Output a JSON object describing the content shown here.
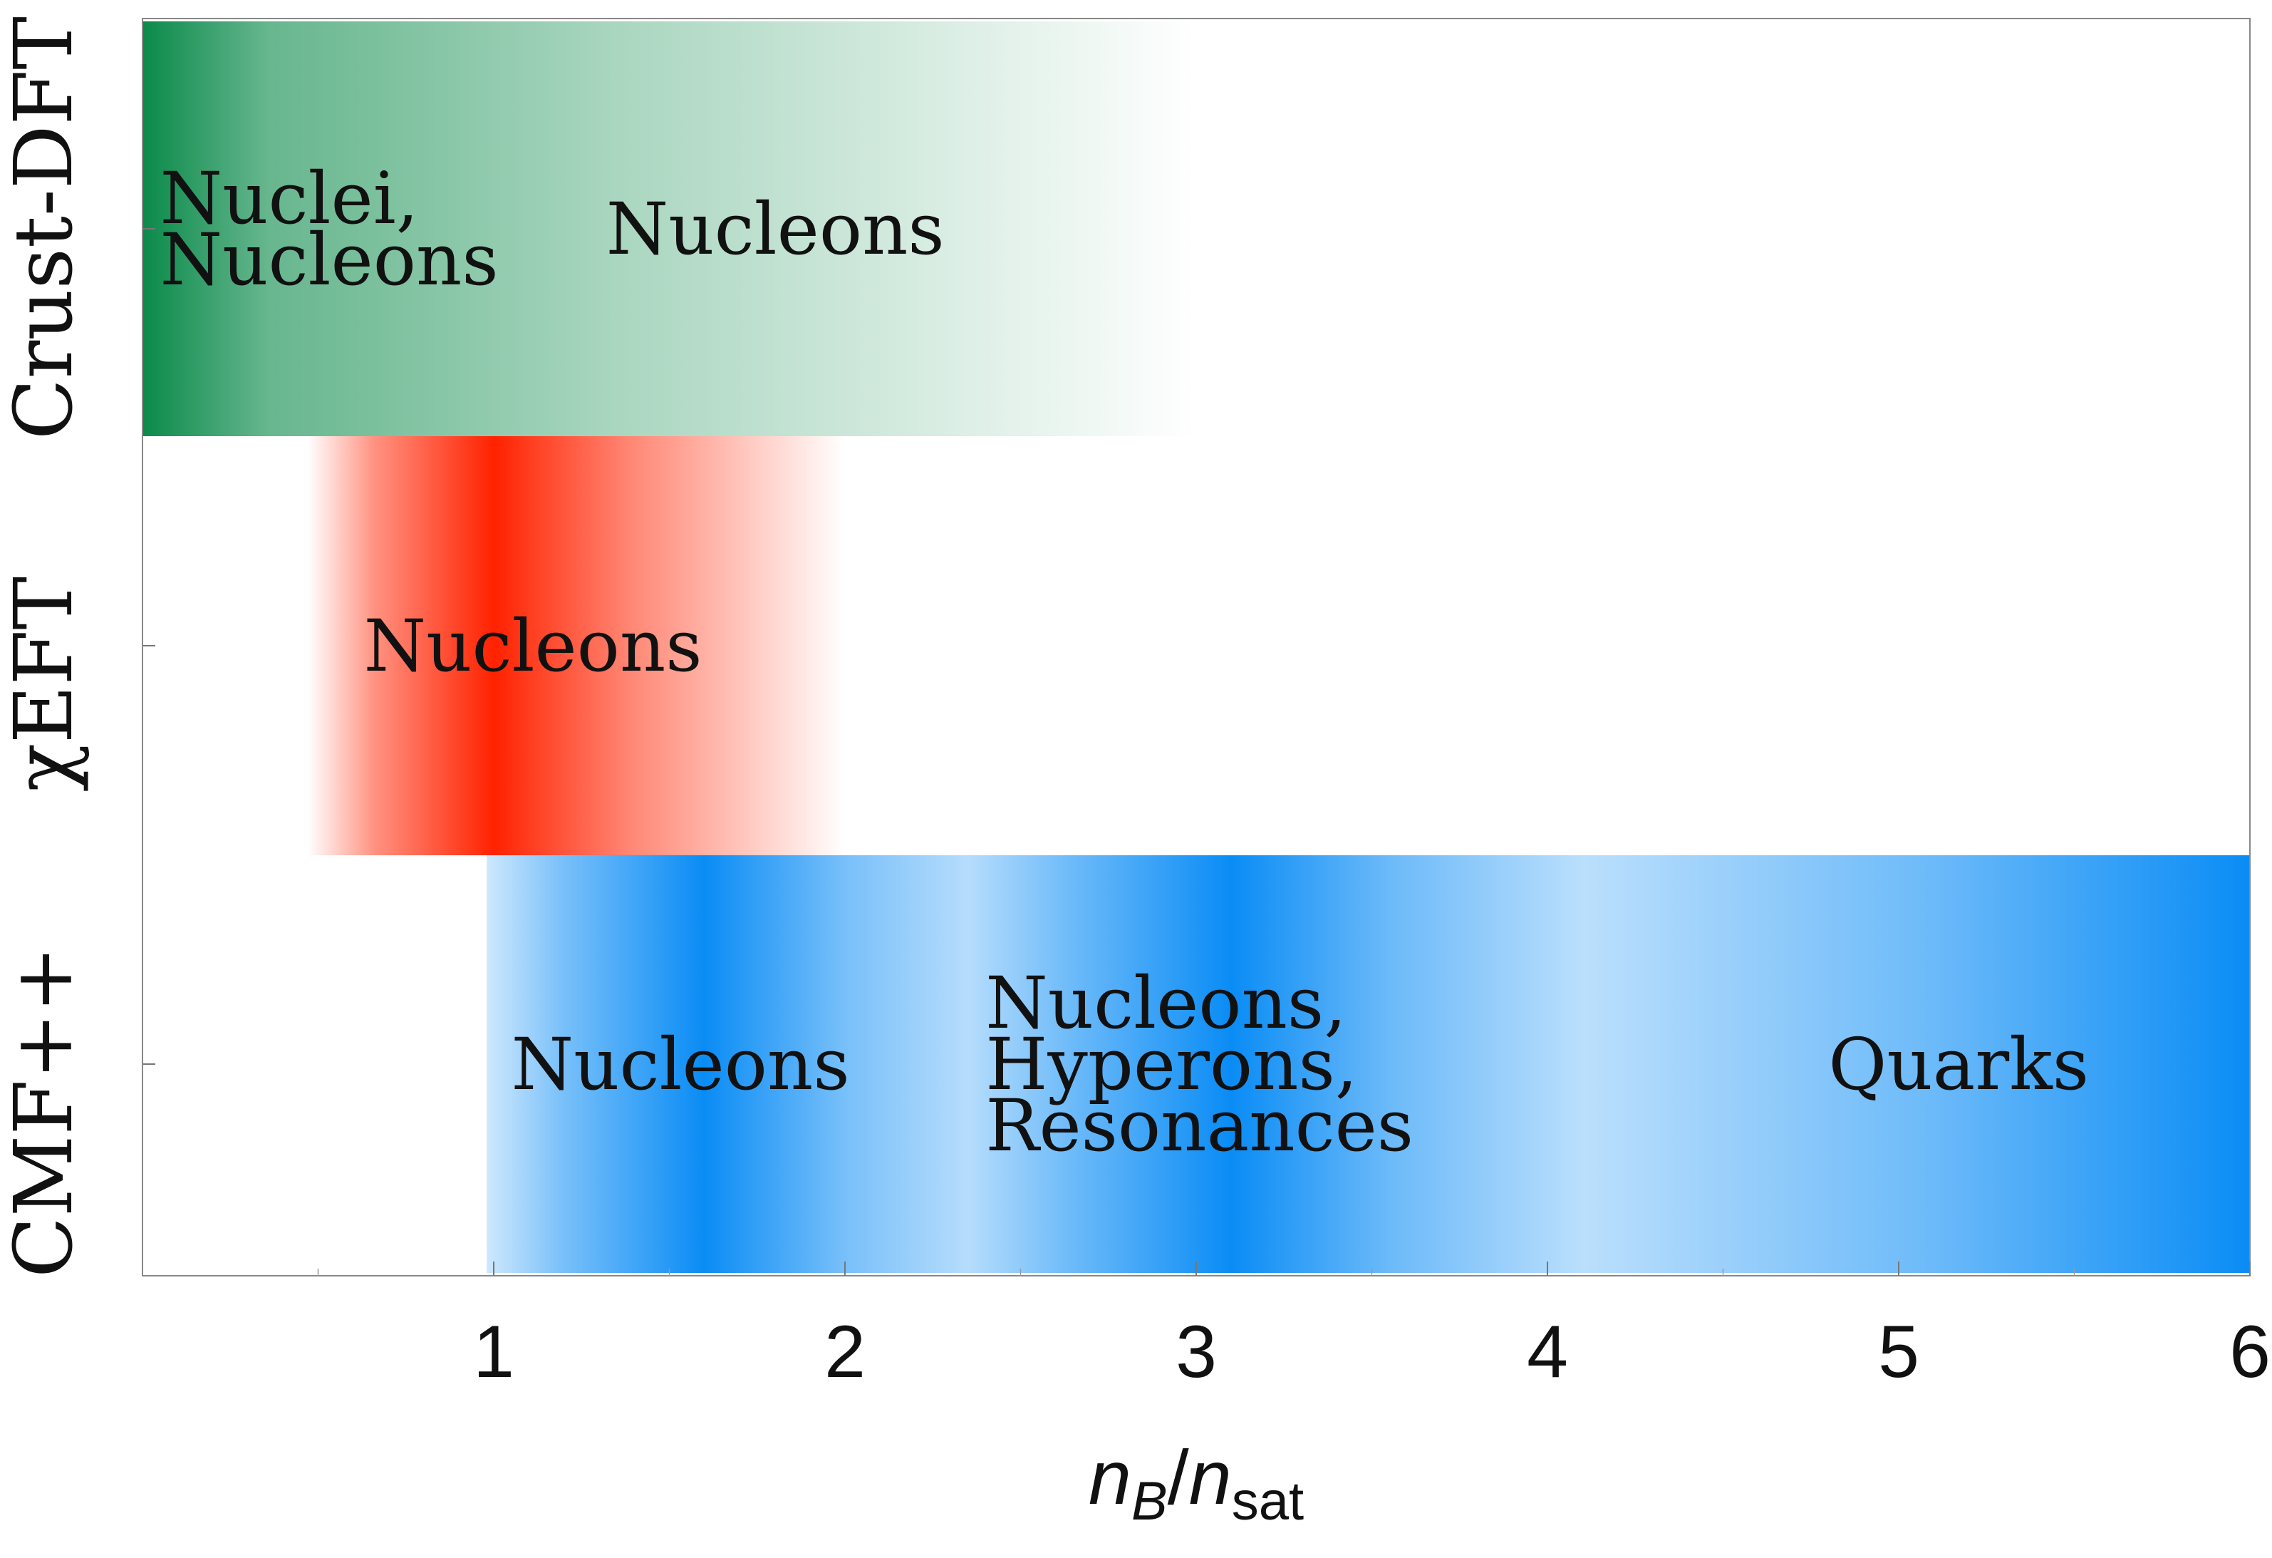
{
  "chart_data": {
    "type": "range-bar",
    "xlabel": {
      "main": "n",
      "main_sub": "B",
      "sep": "/",
      "den": "n",
      "den_sub": "sat"
    },
    "xlim": [
      0,
      6
    ],
    "xticks": [
      "1",
      "2",
      "3",
      "4",
      "5",
      "6"
    ],
    "rows": [
      {
        "label": "Crust-DFT",
        "color": "#0a8a4a",
        "x_range": [
          0,
          3.0
        ],
        "fade": "right",
        "annotations": [
          {
            "lines": [
              "Nuclei,",
              "Nucleons"
            ],
            "x": 0.05
          },
          {
            "lines": [
              "Nucleons"
            ],
            "x": 1.32
          }
        ]
      },
      {
        "label": "χEFT",
        "color": "#ff2200",
        "x_range": [
          0.47,
          2.0
        ],
        "peak": 1.0,
        "annotations": [
          {
            "lines": [
              "Nucleons"
            ],
            "x": 0.63
          }
        ]
      },
      {
        "label": "CMF++",
        "color": "#0a8cf5",
        "x_range": [
          0.98,
          6.0
        ],
        "peaks": [
          1.6,
          3.1,
          6.0
        ],
        "annotations": [
          {
            "lines": [
              "Nucleons"
            ],
            "x": 1.05
          },
          {
            "lines": [
              "Nucleons,",
              "Hyperons,",
              "Resonances"
            ],
            "x": 2.4
          },
          {
            "lines": [
              "Quarks"
            ],
            "x": 4.8
          }
        ]
      }
    ]
  }
}
